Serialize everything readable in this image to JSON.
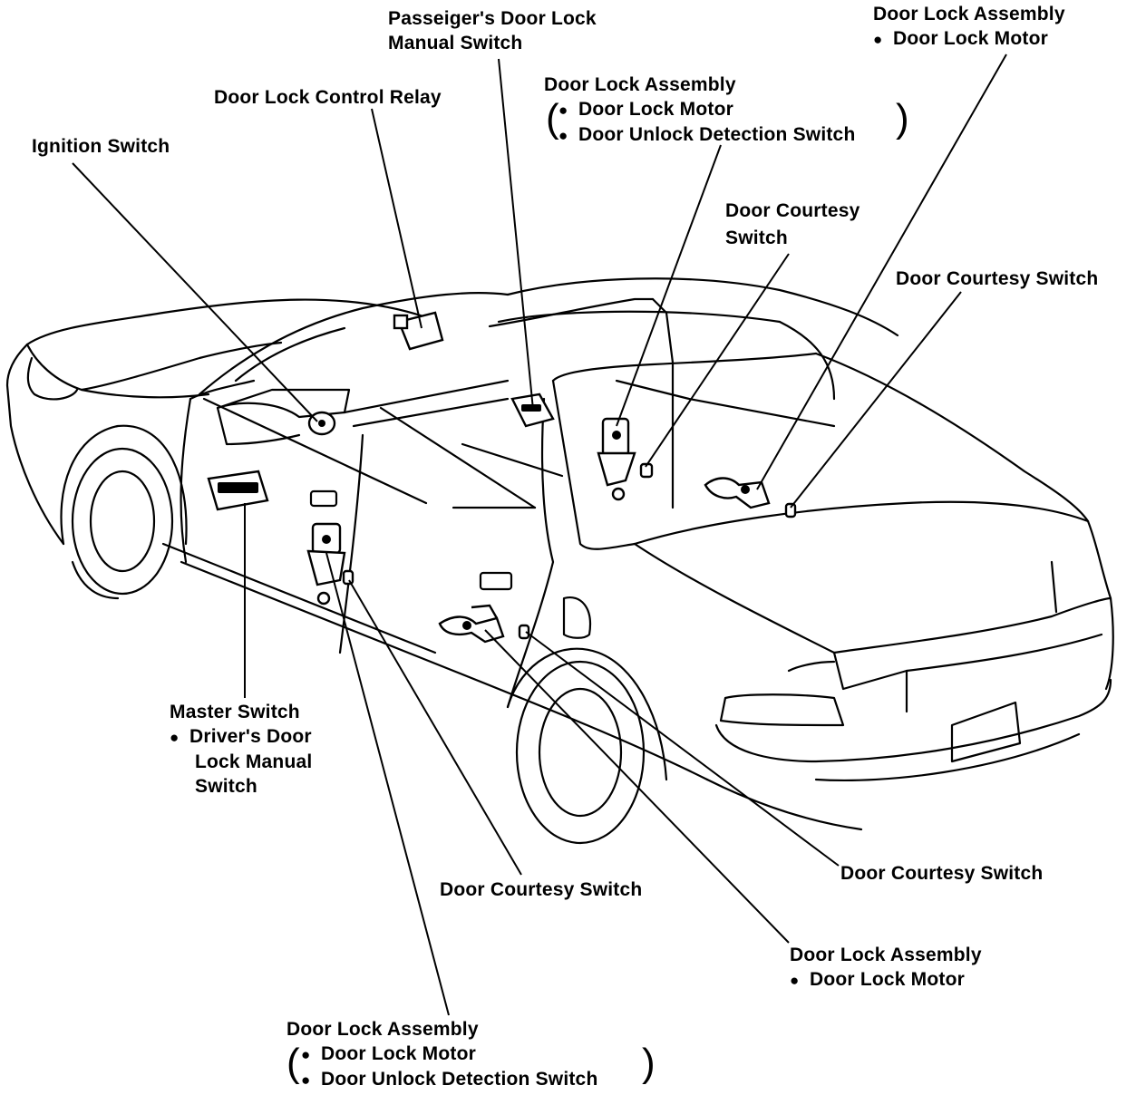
{
  "labels": {
    "passenger_switch": {
      "line1": "Passeiger's Door Lock",
      "line2": "Manual Switch"
    },
    "rear_right_lock": {
      "title": "Door Lock Assembly",
      "item1": "Door Lock Motor"
    },
    "control_relay": {
      "title": "Door Lock Control Relay"
    },
    "front_right_lock": {
      "title": "Door Lock Assembly",
      "item1": "Door Lock Motor",
      "item2": "Door Unlock Detection Switch"
    },
    "ignition": {
      "title": "Ignition Switch"
    },
    "front_right_courtesy": {
      "line1": "Door Courtesy",
      "line2": "Switch"
    },
    "rear_right_courtesy": {
      "title": "Door Courtesy Switch"
    },
    "master_switch": {
      "title": "Master Switch",
      "item1": "Driver's Door",
      "item1_cont1": "Lock Manual",
      "item1_cont2": "Switch"
    },
    "front_left_courtesy": {
      "title": "Door Courtesy Switch"
    },
    "rear_left_courtesy": {
      "title": "Door Courtesy Switch"
    },
    "rear_left_lock": {
      "title": "Door Lock Assembly",
      "item1": "Door Lock Motor"
    },
    "front_left_lock": {
      "title": "Door Lock Assembly",
      "item1": "Door Lock Motor",
      "item2": "Door Unlock Detection Switch"
    }
  }
}
